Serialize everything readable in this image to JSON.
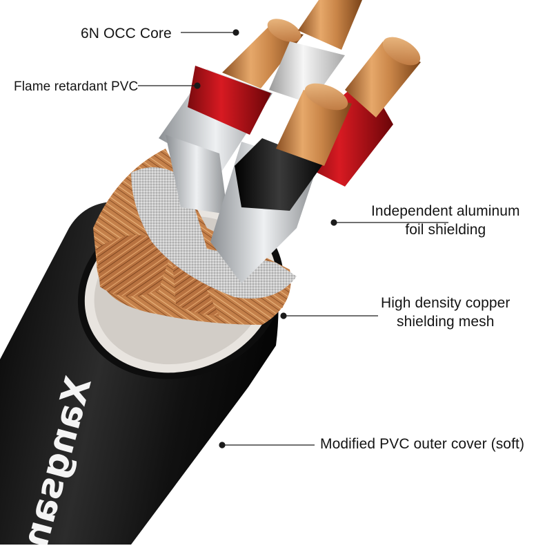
{
  "brand": {
    "logo_text": "Xangsane"
  },
  "labels": {
    "core": {
      "text": "6N OCC Core"
    },
    "pvc": {
      "text": "Flame retardant PVC"
    },
    "foil": {
      "line1": "Independent aluminum",
      "line2": "foil shielding"
    },
    "mesh": {
      "line1": "High density copper",
      "line2": "shielding mesh"
    },
    "cover": {
      "text": "Modified PVC outer cover (soft)"
    }
  },
  "colors": {
    "leader_line": "#1a1a1a",
    "outer_jacket": "#141414",
    "copper": "#c9864d",
    "red_insulation": "#c1121b",
    "white_insulation": "#e9e9e9",
    "black_insulation": "#1b1b1b",
    "foil": "#d2d4d6"
  }
}
